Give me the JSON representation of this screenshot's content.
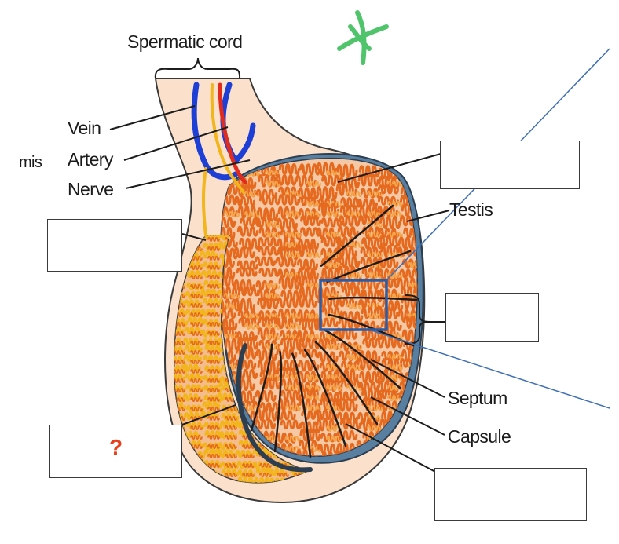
{
  "labels": {
    "spermatic_cord": "Spermatic cord",
    "vein": "Vein",
    "artery": "Artery",
    "nerve": "Nerve",
    "cut_off": "mis",
    "testis": "Testis",
    "septum": "Septum",
    "capsule": "Capsule"
  },
  "blank_boxes": {
    "epididymis_box_mark": "?"
  },
  "colors": {
    "vein": "#1d3fd6",
    "artery": "#e32b1d",
    "nerve": "#f2b51c",
    "tubule": "#e56a1f",
    "tubule_light": "#f4a54a",
    "tissue": "#f6c9a6",
    "capsule": "#587ea0",
    "highlight_box": "#2a5da8",
    "annotation_line": "#3f6fb5",
    "scribble": "#4fc46b",
    "question_mark": "#e8401c"
  }
}
